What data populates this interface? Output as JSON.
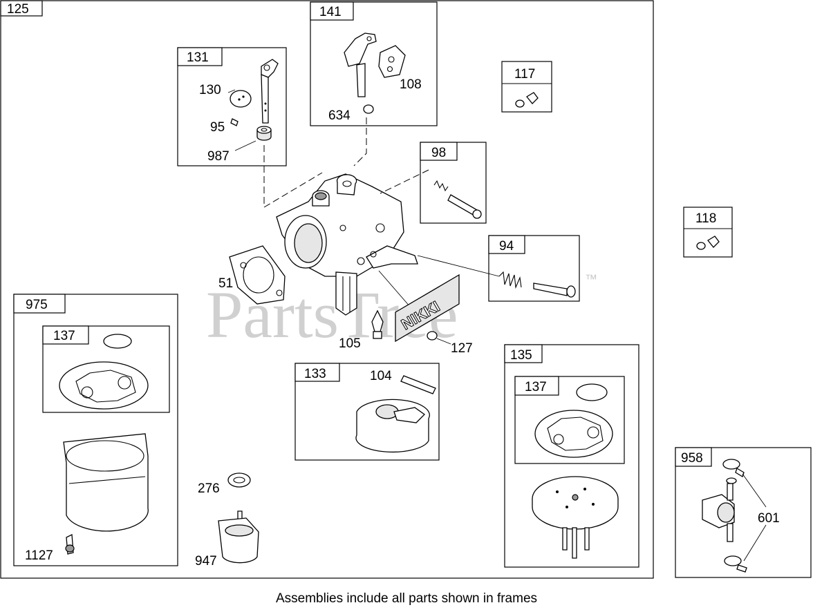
{
  "watermark": {
    "text": "PartsTree",
    "mark": "™"
  },
  "brand_plate": "NIKKI",
  "caption": "Assemblies include all parts shown in frames",
  "frames": {
    "f125": "125",
    "f131": "131",
    "f141": "141",
    "f117": "117",
    "f98": "98",
    "f118": "118",
    "f94": "94",
    "f975": "975",
    "f137a": "137",
    "f133": "133",
    "f135": "135",
    "f137b": "137",
    "f958": "958"
  },
  "callouts": {
    "p130": "130",
    "p95": "95",
    "p987": "987",
    "p634": "634",
    "p108": "108",
    "p51": "51",
    "p105": "105",
    "p127": "127",
    "p104": "104",
    "p276": "276",
    "p947": "947",
    "p1127": "1127",
    "p601": "601"
  }
}
